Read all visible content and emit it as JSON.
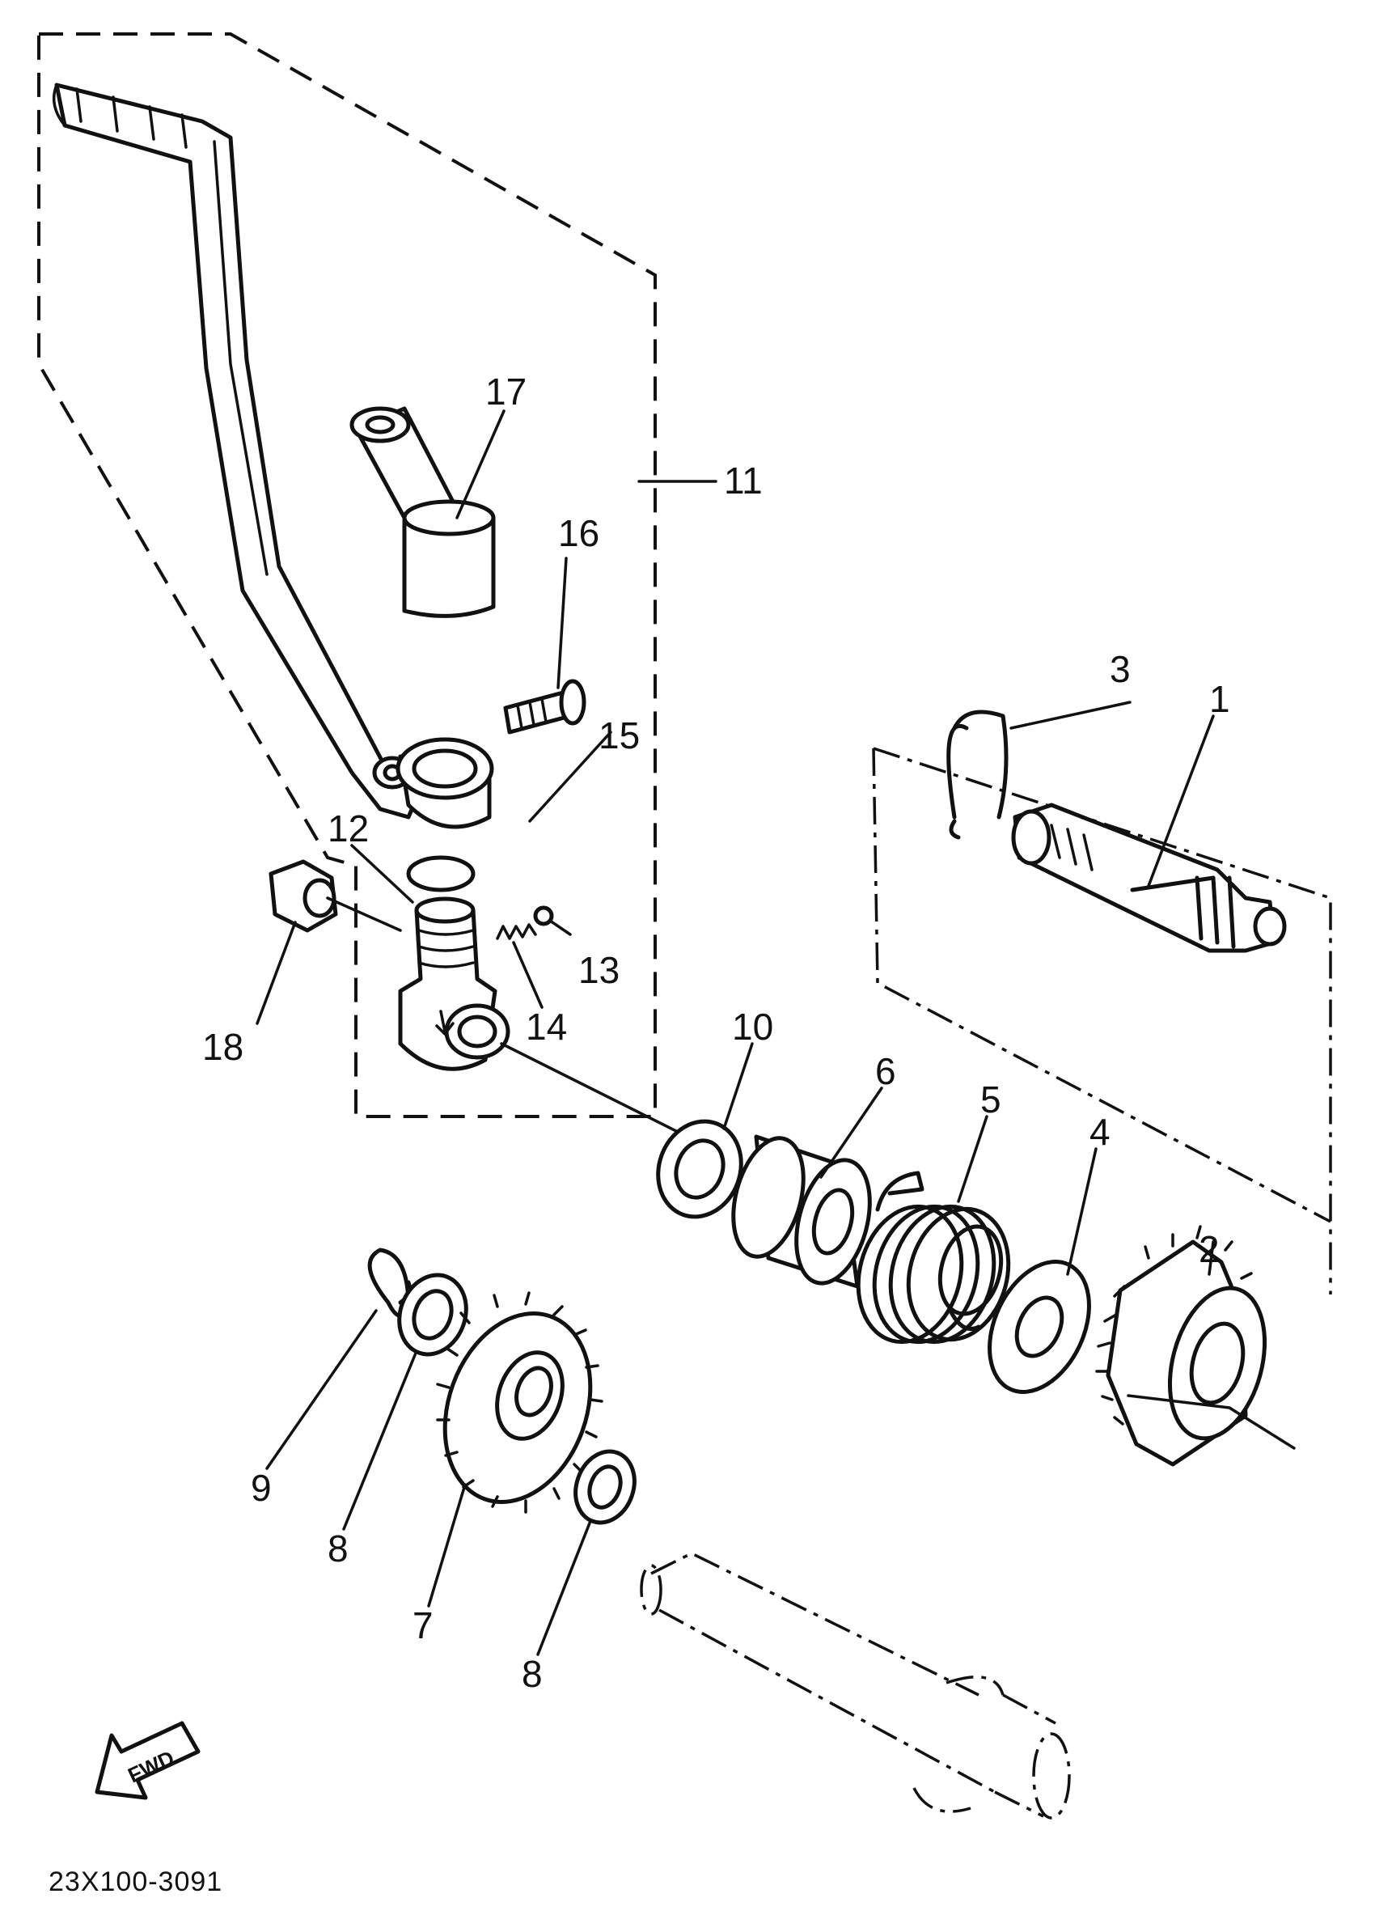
{
  "diagram": {
    "drawing_code": "23X100-3091",
    "direction_label": "FWD",
    "callouts": [
      {
        "id": "1",
        "label": "1"
      },
      {
        "id": "2",
        "label": "2"
      },
      {
        "id": "3",
        "label": "3"
      },
      {
        "id": "4",
        "label": "4"
      },
      {
        "id": "5",
        "label": "5"
      },
      {
        "id": "6",
        "label": "6"
      },
      {
        "id": "7",
        "label": "7"
      },
      {
        "id": "8a",
        "label": "8"
      },
      {
        "id": "8b",
        "label": "8"
      },
      {
        "id": "9",
        "label": "9"
      },
      {
        "id": "10",
        "label": "10"
      },
      {
        "id": "11",
        "label": "11"
      },
      {
        "id": "12",
        "label": "12"
      },
      {
        "id": "13",
        "label": "13"
      },
      {
        "id": "14",
        "label": "14"
      },
      {
        "id": "15",
        "label": "15"
      },
      {
        "id": "16",
        "label": "16"
      },
      {
        "id": "17",
        "label": "17"
      },
      {
        "id": "18",
        "label": "18"
      }
    ]
  }
}
